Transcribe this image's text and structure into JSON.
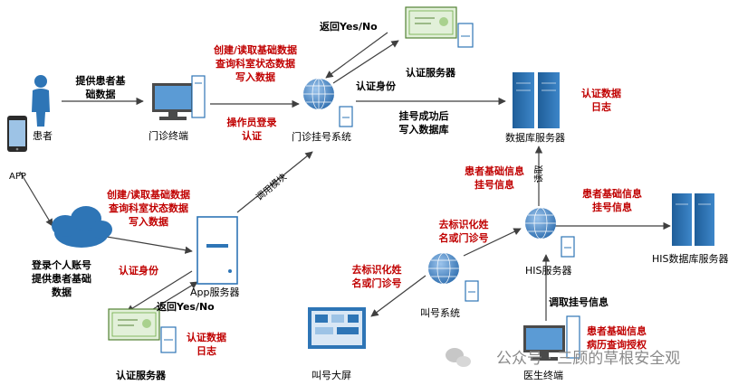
{
  "labels": {
    "patient": "患者",
    "app": "APP",
    "clinic_terminal": "门诊终端",
    "clinic_reg_system": "门诊挂号系统",
    "auth_server_top": "认证服务器",
    "db_server": "数据库服务器",
    "his_server": "HIS服务器",
    "his_db_server": "HIS数据库服务器",
    "app_server": "App服务器",
    "auth_server_bottom": "认证服务器",
    "call_system": "叫号系统",
    "call_screen": "叫号大屏",
    "doctor_terminal": "医生终端",
    "login_account": "登录个人账号",
    "login_provide": "提供患者基础",
    "login_data": "数据"
  },
  "edges": {
    "provide_info_1": "提供患者基",
    "provide_info_2": "础数据",
    "return_yesno_top": "返回Yes/No",
    "auth_identity_top": "认证身份",
    "create_read_1": "创建/读取基础数据",
    "create_read_2": "查询科室状态数据",
    "create_read_3": "写入数据",
    "operator_login_1": "操作员登录",
    "operator_login_2": "认证",
    "write_db_1": "挂号成功后",
    "write_db_2": "写入数据库",
    "auth_log_top_1": "认证数据",
    "auth_log_top_2": "日志",
    "read": "读取",
    "patient_info_up_1": "患者基础信息",
    "patient_info_up_2": "挂号信息",
    "patient_info_right_1": "患者基础信息",
    "patient_info_right_2": "挂号信息",
    "call_module": "调用模块",
    "app_create_1": "创建/读取基础数据",
    "app_create_2": "查询科室状态数据",
    "app_create_3": "写入数据",
    "deid_up_1": "去标识化姓",
    "deid_up_2": "名或门诊号",
    "deid_down_1": "去标识化姓",
    "deid_down_2": "名或门诊号",
    "auth_identity_bottom": "认证身份",
    "return_yesno_bottom": "返回Yes/No",
    "auth_log_bottom_1": "认证数据",
    "auth_log_bottom_2": "日志",
    "get_reg_info": "调取挂号信息",
    "doc_info_1": "患者基础信息",
    "doc_info_2": "病历查询授权"
  },
  "watermark": "公众号 · 三顾的草根安全观",
  "colors": {
    "red": "#c00000",
    "arrow": "#3f3f3f",
    "server_blue": "#2e75b6",
    "globe_blue": "#4a86c8"
  }
}
